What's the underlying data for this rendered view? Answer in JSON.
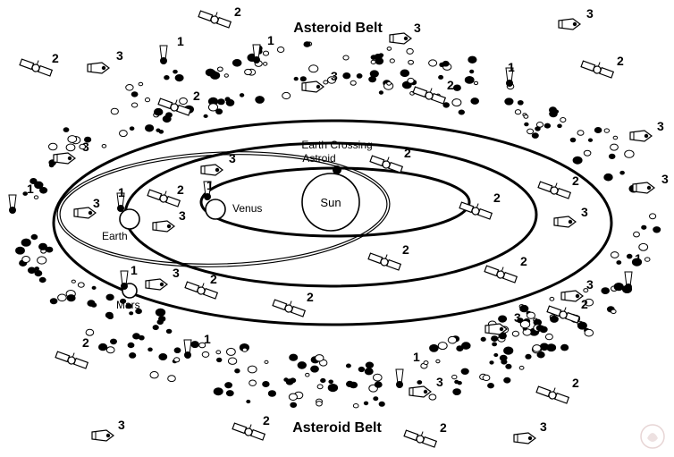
{
  "labels": {
    "belt_top": "Asteroid Belt",
    "belt_bottom": "Asteroid Belt",
    "sun": "Sun",
    "venus": "Venus",
    "earth": "Earth",
    "mars": "Mars",
    "eca_line1": "Earth Crossing",
    "eca_line2": "Astroid"
  },
  "markers": {
    "comet": "1",
    "satellite": "2",
    "capsule": "3"
  },
  "icons": {
    "comet": "comet-icon",
    "satellite": "satellite-icon",
    "capsule": "space-capsule-icon",
    "rock": "asteroid-rock-icon",
    "watermark": "watermark-logo-icon"
  },
  "colors": {
    "ink": "#000000",
    "paper": "#ffffff"
  }
}
